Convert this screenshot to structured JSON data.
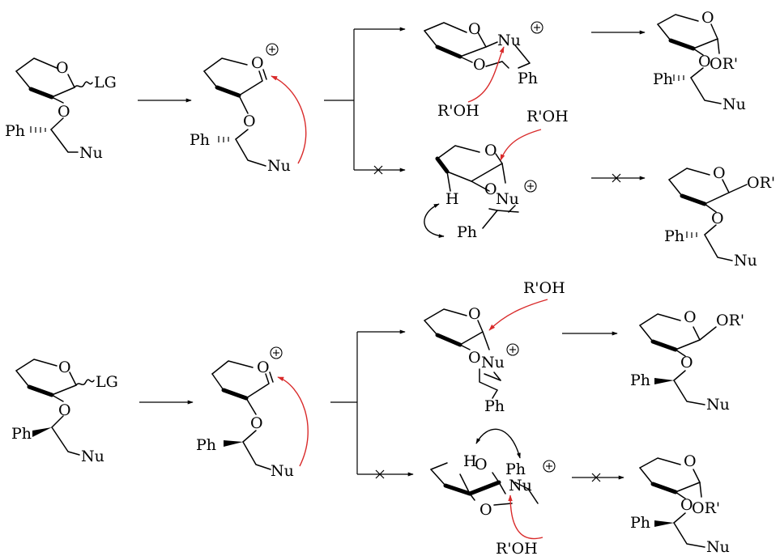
{
  "labels": {
    "ring_oxygen": "O",
    "ether_oxygen": "O",
    "leaving_group": "LG",
    "phenyl": "Ph",
    "nucleophile": "Nu",
    "alcohol": "R'OH",
    "glycoside": "OR'",
    "hydrogen": "H",
    "cation_charge": "+"
  },
  "colors": {
    "bonds": "#000000",
    "electron_push_arrow": "#d92b2b",
    "steric_clash_arrow": "#000000",
    "blocked_path_mark": "#000000"
  }
}
